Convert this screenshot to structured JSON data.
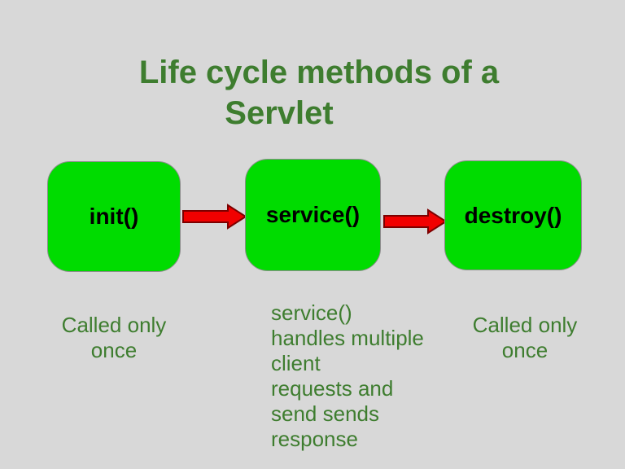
{
  "title": {
    "line1": "Life cycle methods of a",
    "line2": "Servlet"
  },
  "nodes": [
    {
      "label": "init()",
      "caption": "Called only\nonce"
    },
    {
      "label": "service()",
      "caption": "service()\nhandles multiple\nclient\nrequests and\nsend sends\nresponse"
    },
    {
      "label": "destroy()",
      "caption": "Called only\nonce"
    }
  ],
  "colors": {
    "background": "#d8d8d8",
    "box-fill": "#00dc00",
    "box-border": "#8c8c8c",
    "text-green": "#3e7d2f",
    "arrow-fill": "#f10000",
    "arrow-stroke": "#7c0000"
  }
}
